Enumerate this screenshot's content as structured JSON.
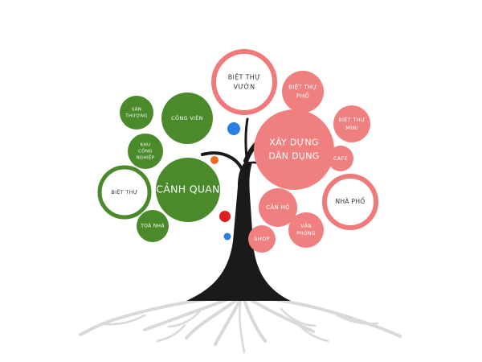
{
  "colors": {
    "green": "#4a8a2a",
    "pink": "#f08080",
    "pink_ring": "#f07a7a",
    "trunk": "#1a1a1a",
    "roots": "#d9d9d9",
    "dot_blue": "#2a7de1",
    "dot_red": "#e02020",
    "dot_orange": "#f06a20"
  },
  "diagram": {
    "nodes": [
      {
        "id": "canh-quan",
        "lines": [
          "CẢNH QUAN"
        ],
        "style": "green-fill"
      },
      {
        "id": "cong-vien",
        "lines": [
          "CÔNG VIÊN"
        ],
        "style": "green-fill"
      },
      {
        "id": "san-thuong",
        "lines": [
          "SÂN",
          "THƯỢNG"
        ],
        "style": "green-fill"
      },
      {
        "id": "khu-cong-nghiep",
        "lines": [
          "KHU",
          "CÔNG",
          "NGHIỆP"
        ],
        "style": "green-fill"
      },
      {
        "id": "biet-thu",
        "lines": [
          "BIỆT THỰ"
        ],
        "style": "green-ring"
      },
      {
        "id": "toa-nha",
        "lines": [
          "TOÀ NHÀ"
        ],
        "style": "green-fill"
      },
      {
        "id": "xay-dung-dan-dung",
        "lines": [
          "XÂY DỰNG",
          "DÂN DỤNG"
        ],
        "style": "pink-fill"
      },
      {
        "id": "biet-thu-vuon",
        "lines": [
          "BIỆT THỰ",
          "VƯỜN"
        ],
        "style": "pink-ring"
      },
      {
        "id": "biet-thu-pho",
        "lines": [
          "BIỆT THỰ",
          "PHỐ"
        ],
        "style": "pink-fill"
      },
      {
        "id": "biet-thu-mini",
        "lines": [
          "BIỆT THỰ",
          "MINI"
        ],
        "style": "pink-fill"
      },
      {
        "id": "cafe",
        "lines": [
          "CAFE"
        ],
        "style": "pink-fill"
      },
      {
        "id": "nha-pho",
        "lines": [
          "NHÀ PHỐ"
        ],
        "style": "pink-ring"
      },
      {
        "id": "can-ho",
        "lines": [
          "CĂN HỘ"
        ],
        "style": "pink-fill"
      },
      {
        "id": "shop",
        "lines": [
          "SHOP"
        ],
        "style": "pink-fill"
      },
      {
        "id": "van-phong",
        "lines": [
          "VĂN",
          "PHÒNG"
        ],
        "style": "pink-fill"
      }
    ]
  }
}
